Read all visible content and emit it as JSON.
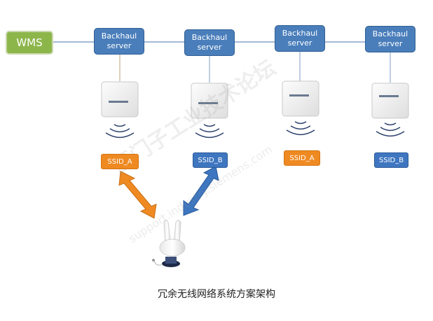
{
  "wms": {
    "label": "WMS"
  },
  "servers": [
    {
      "line1": "Backhaul",
      "line2": "server"
    },
    {
      "line1": "Backhaul",
      "line2": "server"
    },
    {
      "line1": "Backhaul",
      "line2": "server"
    },
    {
      "line1": "Backhaul",
      "line2": "server"
    }
  ],
  "ssids": [
    {
      "label": "SSID_A",
      "color": "#ef8a22"
    },
    {
      "label": "SSID_B",
      "color": "#3f76c0"
    },
    {
      "label": "SSID_A",
      "color": "#ef8a22"
    },
    {
      "label": "SSID_B",
      "color": "#3f76c0"
    }
  ],
  "caption": "冗余无线网络系统方案架构",
  "watermark": {
    "cn": "西门子工业技术论坛",
    "url": "support.industry.siemens.com"
  },
  "colors": {
    "wms_green": "#8db64a",
    "server_blue": "#4a7ebb",
    "arrow_orange": "#ef8a22",
    "arrow_blue": "#3f76c0"
  }
}
